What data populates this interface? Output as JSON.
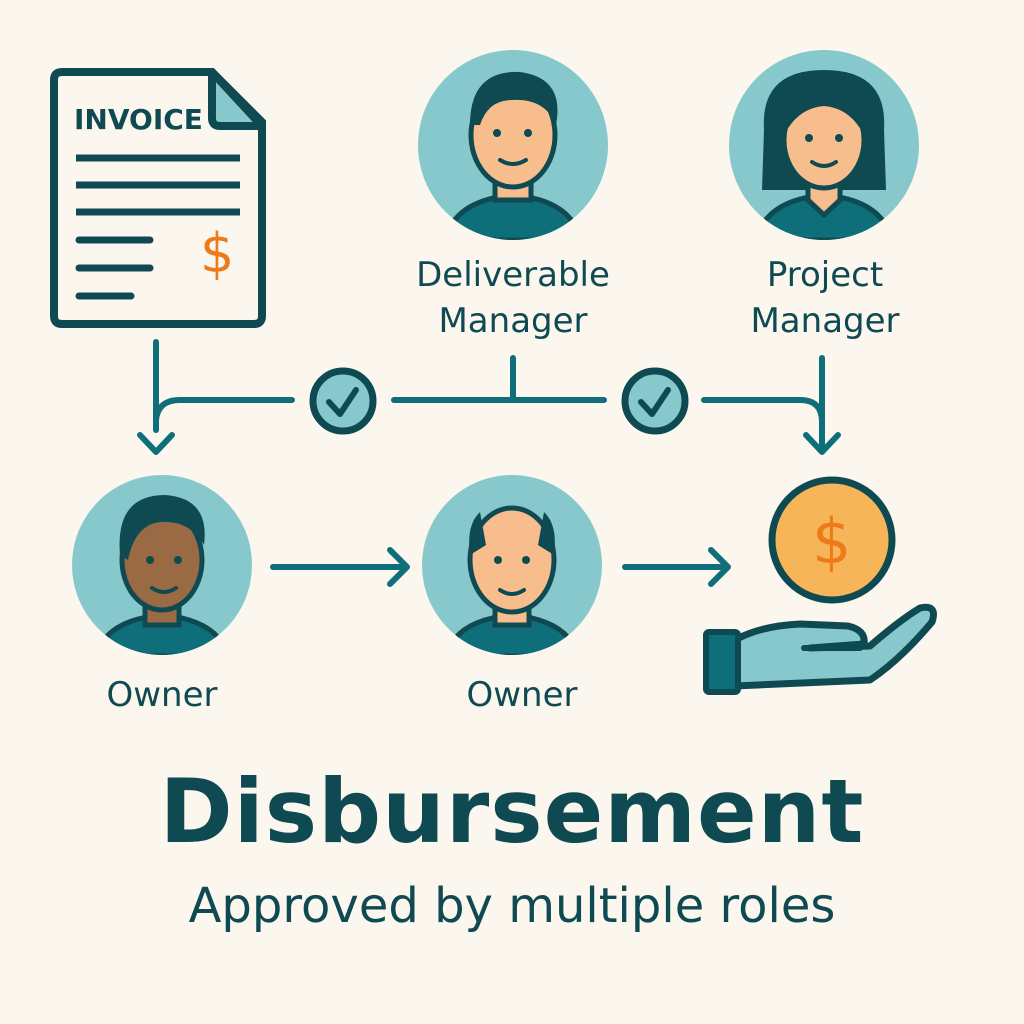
{
  "document": {
    "label": "INVOICE",
    "currency_symbol": "$"
  },
  "roles": {
    "deliverable_manager": [
      "Deliverable",
      "Manager"
    ],
    "project_manager": [
      "Project",
      "Manager"
    ],
    "owner_1": "Owner",
    "owner_2": "Owner"
  },
  "approvals": [
    {
      "icon": "check-icon"
    },
    {
      "icon": "check-icon"
    }
  ],
  "payout": {
    "coin_symbol": "$"
  },
  "title": "Disbursement",
  "subtitle": "Approved by multiple roles",
  "colors": {
    "background": "#fbf7ee",
    "dark_teal": "#0f4a52",
    "teal": "#0e6e7a",
    "light_teal": "#86c8cc",
    "orange": "#ef7a1a",
    "coin": "#f7b55a",
    "skin": "#f7bd8c",
    "skin_dark": "#9a6a45"
  }
}
